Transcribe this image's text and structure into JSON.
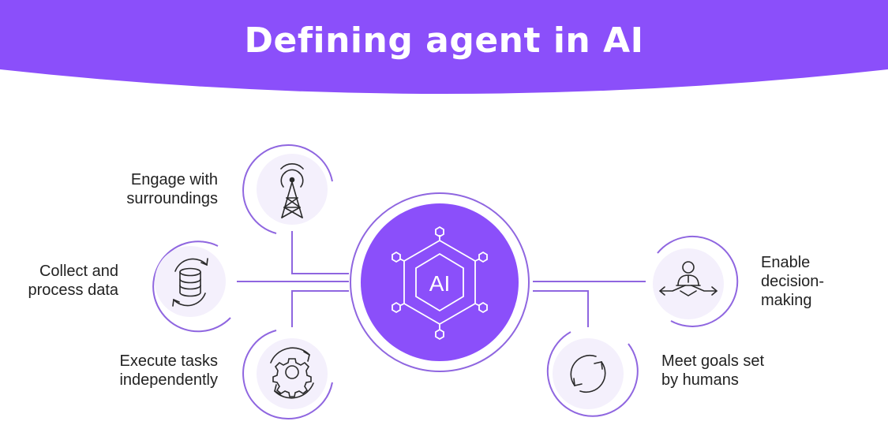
{
  "header": {
    "title": "Defining agent in AI"
  },
  "center": {
    "label": "AI",
    "icon": "ai-hexagon-network-icon"
  },
  "items": [
    {
      "id": "engage",
      "text": "Engage with\nsurroundings",
      "icon": "antenna-tower-icon"
    },
    {
      "id": "collect",
      "text": "Collect and\nprocess data",
      "icon": "database-sync-icon"
    },
    {
      "id": "execute",
      "text": "Execute tasks\nindependently",
      "icon": "gear-cycle-icon"
    },
    {
      "id": "decision",
      "text": "Enable\ndecision-\nmaking",
      "icon": "person-decision-arrows-icon"
    },
    {
      "id": "goals",
      "text": "Meet goals set\nby humans",
      "icon": "refresh-cycle-icon"
    }
  ],
  "colors": {
    "accent": "#8b4ffa",
    "line": "#8f66e0",
    "circle_fill": "#f4f0fc",
    "icon_stroke": "#2a2a2a"
  }
}
